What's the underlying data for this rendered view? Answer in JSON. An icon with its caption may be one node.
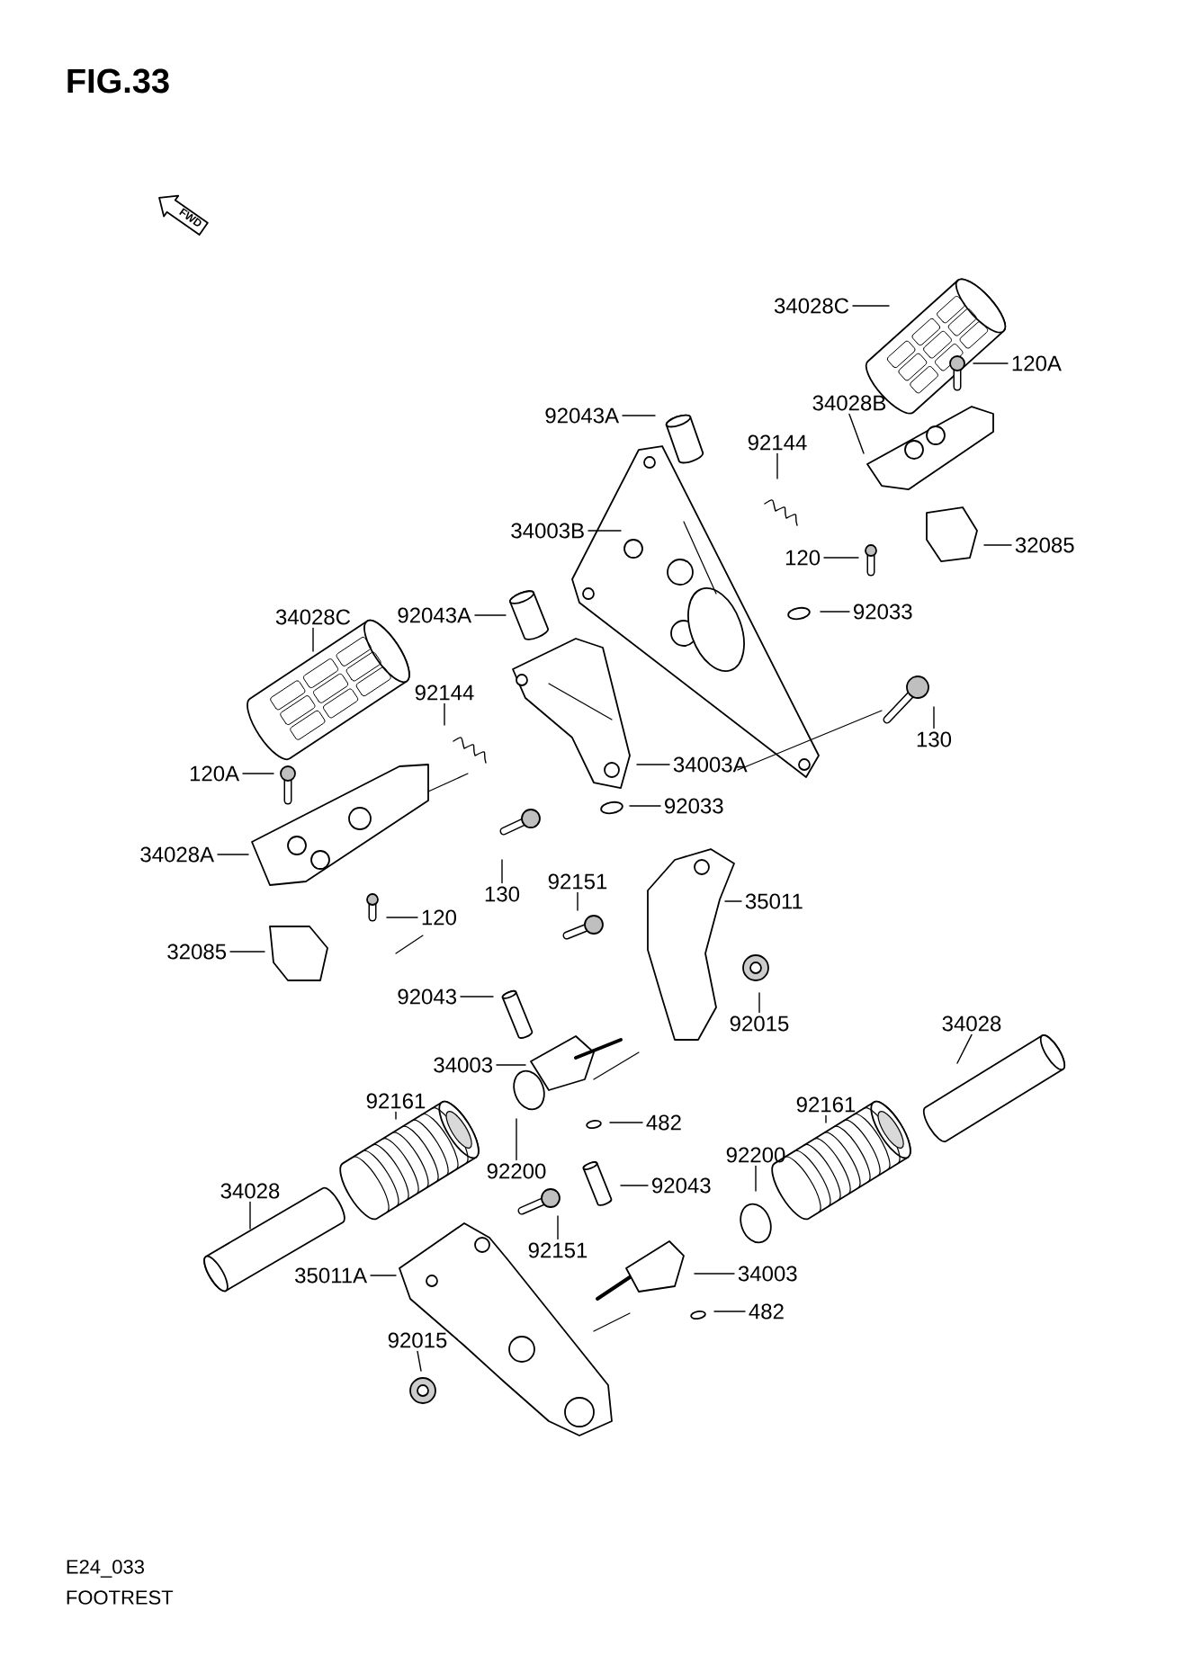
{
  "diagram": {
    "title": "FIG.33",
    "caption": "FOOTREST",
    "nodes": [
      {
        "text": [
          "34028C"
        ]
      },
      {
        "text": [
          "120A"
        ]
      },
      {
        "text": [
          "92043A"
        ]
      },
      {
        "text": [
          "34028B"
        ]
      },
      {
        "text": [
          "92144"
        ]
      },
      {
        "text": [
          "34003B"
        ]
      },
      {
        "text": [
          "120"
        ]
      },
      {
        "text": [
          "32085"
        ]
      },
      {
        "text": [
          "92033"
        ]
      },
      {
        "text": [
          "34028C"
        ]
      },
      {
        "text": [
          "92043A"
        ]
      },
      {
        "text": [
          "92144"
        ]
      },
      {
        "text": [
          "130"
        ]
      },
      {
        "text": [
          "34003A"
        ]
      },
      {
        "text": [
          "120A"
        ]
      },
      {
        "text": [
          "92033"
        ]
      },
      {
        "text": [
          "34028A"
        ]
      },
      {
        "text": [
          "130"
        ]
      },
      {
        "text": [
          "92151"
        ]
      },
      {
        "text": [
          "35011"
        ]
      },
      {
        "text": [
          "120"
        ]
      },
      {
        "text": [
          "32085"
        ]
      },
      {
        "text": [
          "92043"
        ]
      },
      {
        "text": [
          "92015"
        ]
      },
      {
        "text": [
          "34003"
        ]
      },
      {
        "text": [
          "34028"
        ]
      },
      {
        "text": [
          "92161"
        ]
      },
      {
        "text": [
          "482"
        ]
      },
      {
        "text": [
          "92161"
        ]
      },
      {
        "text": [
          "92200"
        ]
      },
      {
        "text": [
          "92200"
        ]
      },
      {
        "text": [
          "34028"
        ]
      },
      {
        "text": [
          "92043"
        ]
      },
      {
        "text": [
          "92151"
        ]
      },
      {
        "text": [
          "35011A"
        ]
      },
      {
        "text": [
          "34003"
        ]
      },
      {
        "text": [
          "482"
        ]
      },
      {
        "text": [
          "92015"
        ]
      }
    ],
    "edges": [
      {
        "from": 0,
        "to": null,
        "arrow": "none"
      },
      {
        "from": 1,
        "to": null,
        "arrow": "none"
      },
      {
        "from": 2,
        "to": null,
        "arrow": "none"
      },
      {
        "from": 3,
        "to": null,
        "arrow": "none"
      },
      {
        "from": 4,
        "to": null,
        "arrow": "none"
      },
      {
        "from": 5,
        "to": null,
        "arrow": "none"
      },
      {
        "from": 6,
        "to": null,
        "arrow": "none"
      },
      {
        "from": 7,
        "to": null,
        "arrow": "none"
      },
      {
        "from": 8,
        "to": null,
        "arrow": "none"
      },
      {
        "from": 9,
        "to": null,
        "arrow": "none"
      },
      {
        "from": 10,
        "to": null,
        "arrow": "none"
      },
      {
        "from": 11,
        "to": null,
        "arrow": "none"
      },
      {
        "from": 12,
        "to": null,
        "arrow": "none"
      },
      {
        "from": 13,
        "to": null,
        "arrow": "none"
      },
      {
        "from": 14,
        "to": null,
        "arrow": "none"
      },
      {
        "from": 15,
        "to": null,
        "arrow": "none"
      },
      {
        "from": 16,
        "to": null,
        "arrow": "none"
      },
      {
        "from": 17,
        "to": null,
        "arrow": "none"
      },
      {
        "from": 18,
        "to": null,
        "arrow": "none"
      },
      {
        "from": 19,
        "to": null,
        "arrow": "none"
      },
      {
        "from": 20,
        "to": null,
        "arrow": "none"
      },
      {
        "from": 21,
        "to": null,
        "arrow": "none"
      },
      {
        "from": 22,
        "to": null,
        "arrow": "none"
      },
      {
        "from": 23,
        "to": null,
        "arrow": "none"
      },
      {
        "from": 24,
        "to": null,
        "arrow": "none"
      },
      {
        "from": 25,
        "to": null,
        "arrow": "none"
      },
      {
        "from": 26,
        "to": null,
        "arrow": "none"
      },
      {
        "from": 27,
        "to": null,
        "arrow": "none"
      },
      {
        "from": 28,
        "to": null,
        "arrow": "none"
      },
      {
        "from": 29,
        "to": null,
        "arrow": "none"
      },
      {
        "from": 30,
        "to": null,
        "arrow": "none"
      },
      {
        "from": 31,
        "to": null,
        "arrow": "none"
      },
      {
        "from": 32,
        "to": null,
        "arrow": "none"
      },
      {
        "from": 33,
        "to": null,
        "arrow": "none"
      },
      {
        "from": 34,
        "to": null,
        "arrow": "none"
      },
      {
        "from": 35,
        "to": null,
        "arrow": "none"
      },
      {
        "from": 36,
        "to": null,
        "arrow": "none"
      },
      {
        "from": 37,
        "to": null,
        "arrow": "none"
      }
    ],
    "labels": [
      "FWD",
      "E24_033"
    ]
  }
}
